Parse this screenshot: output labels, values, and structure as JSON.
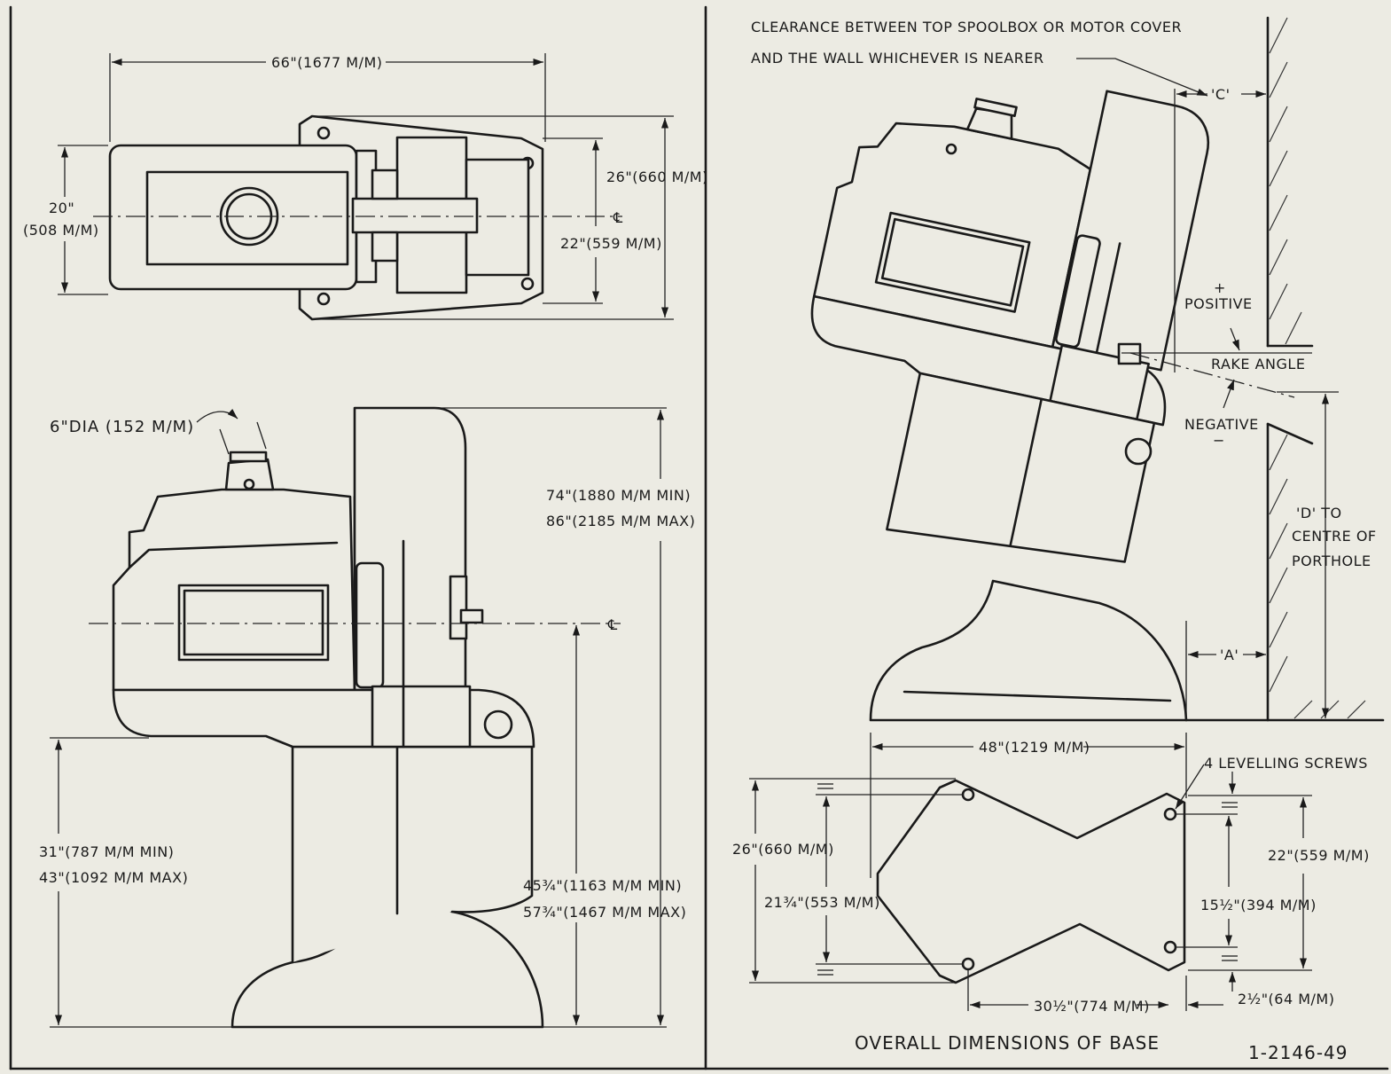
{
  "plan_view": {
    "overall_length": "66\"(1677 M/M)",
    "width_left_1": "20\"",
    "width_left_2": "(508 M/M)",
    "width_right": "26\"(660 M/M)",
    "width_inner": "22\"(559 M/M)"
  },
  "side_view": {
    "porthole": "6\"DIA (152 M/M)",
    "height_1": "74\"(1880 M/M MIN)",
    "height_2": "86\"(2185 M/M MAX)",
    "base_height_1": "31\"(787 M/M MIN)",
    "base_height_2": "43\"(1092 M/M MAX)",
    "centre_height_1": "45¾\"(1163 M/M MIN)",
    "centre_height_2": "57¾\"(1467 M/M MAX)"
  },
  "rake_view": {
    "clearance_note_1": "CLEARANCE BETWEEN TOP SPOOLBOX OR MOTOR COVER",
    "clearance_note_2": "AND THE WALL WHICHEVER IS NEARER",
    "label_c": "'C'",
    "positive_sign": "+",
    "positive": "POSITIVE",
    "rake_angle": "RAKE ANGLE",
    "negative": "NEGATIVE",
    "negative_sign": "−",
    "label_d_1": "'D' TO",
    "label_d_2": "CENTRE OF",
    "label_d_3": "PORTHOLE",
    "label_a": "'A'"
  },
  "base_view": {
    "length": "48\"(1219 M/M)",
    "levelling": "4 LEVELLING SCREWS",
    "width_outer": "26\"(660 M/M)",
    "width_inner": "21¾\"(553 M/M)",
    "right_outer": "22\"(559 M/M)",
    "right_inner": "15½\"(394 M/M)",
    "bottom_length": "30½\"(774 M/M)",
    "edge": "2½\"(64 M/M)",
    "title": "OVERALL DIMENSIONS OF BASE",
    "drawing_number": "1-2146-49"
  }
}
